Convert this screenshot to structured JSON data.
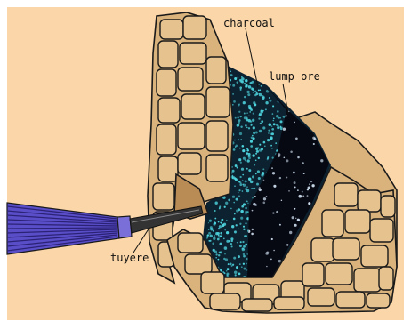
{
  "labels": {
    "charcoal": "charcoal",
    "lump_ore": "lump ore",
    "tuyere": "tuyere"
  },
  "colors": {
    "background": "#fbd6a8",
    "stone_fill": "#d9b27c",
    "stone_shadow": "#b98c55",
    "stone_outline": "#1a1a1a",
    "charcoal_base": "#0c2230",
    "charcoal_speckle": "#4fd6e0",
    "ore_base": "#060812",
    "ore_speckle": "#cfe0f0",
    "bellows": "#5a4ec8",
    "nozzle": "#333333"
  },
  "icons": [
    "furnace-diagram",
    "bellows-icon",
    "tuyere-nozzle"
  ]
}
